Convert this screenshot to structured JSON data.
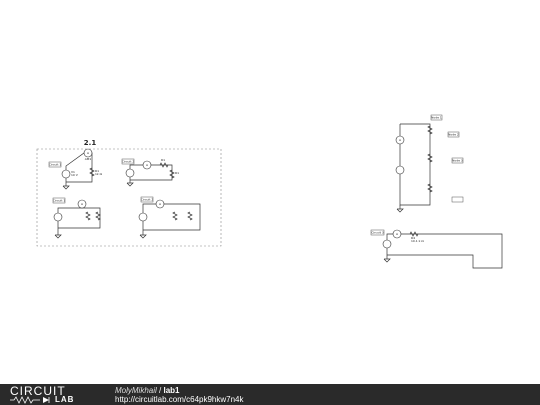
{
  "diagram": {
    "section_title": "2.1",
    "probe_tag": "Circuit 1",
    "left_ammeter": "AM1",
    "v1_label": "V1",
    "v1_value": "10 V",
    "r1_label": "R1",
    "r1_value": "1k Ω",
    "probe_tag2": "Circuit 2",
    "right_probe_tag": "Node 1",
    "right_probe_tag2": "Node 2",
    "right_probe_tag3": "Node 3",
    "bottom_probe_tag": "Circuit 3",
    "r_series_label": "R4",
    "r_series_value": "10.1 k Ω"
  },
  "footer": {
    "logo_top": "CIRCUIT",
    "logo_bottom": "LAB",
    "user": "MolyMikhail",
    "separator": " / ",
    "name": "lab1",
    "url": "http://circuitlab.com/c64pk9hkw7n4k"
  }
}
